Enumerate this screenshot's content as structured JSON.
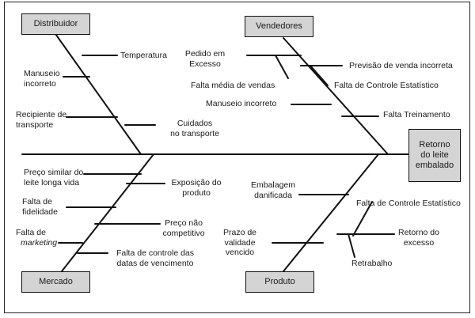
{
  "categories": {
    "distribuidor": "Distribuidor",
    "vendedores": "Vendedores",
    "mercado": "Mercado",
    "produto": "Produto"
  },
  "effect": [
    "Retorno",
    "do leite",
    "embalado"
  ],
  "distribuidor_causes": {
    "temperatura": "Temperatura",
    "manuseio": [
      "Manuseio",
      "incorreto"
    ],
    "recipiente": [
      "Recipiente de",
      "transporte"
    ],
    "cuidados": [
      "Cuidados",
      "no transporte"
    ]
  },
  "vendedores_causes": {
    "pedido": [
      "Pedido em",
      "Excesso"
    ],
    "falta_media": "Falta média de vendas",
    "previsao": "Previsão de venda incorreta",
    "falta_controle": "Falta de Controle Estatístico",
    "manuseio": "Manuseio incorreto",
    "treinamento": "Falta Treinamento"
  },
  "mercado_causes": {
    "preco_similar": [
      "Preço similar do",
      "leite longa vida"
    ],
    "exposicao": [
      "Exposição do",
      "produto"
    ],
    "fidelidade": [
      "Falta de",
      "fidelidade"
    ],
    "preco_nao": [
      "Preço não",
      "competitivo"
    ],
    "marketing_1": "Falta de",
    "marketing_2": "marketing",
    "controle_datas": [
      "Falta de controle das",
      "datas de vencimento"
    ]
  },
  "produto_causes": {
    "embalagem": [
      "Embalagem",
      "danificada"
    ],
    "falta_controle": "Falta de Controle Estatístico",
    "prazo": [
      "Prazo de",
      "validade",
      "vencido"
    ],
    "retorno_excesso": [
      "Retorno do",
      "excesso"
    ],
    "retrabalho": "Retrabalho"
  }
}
